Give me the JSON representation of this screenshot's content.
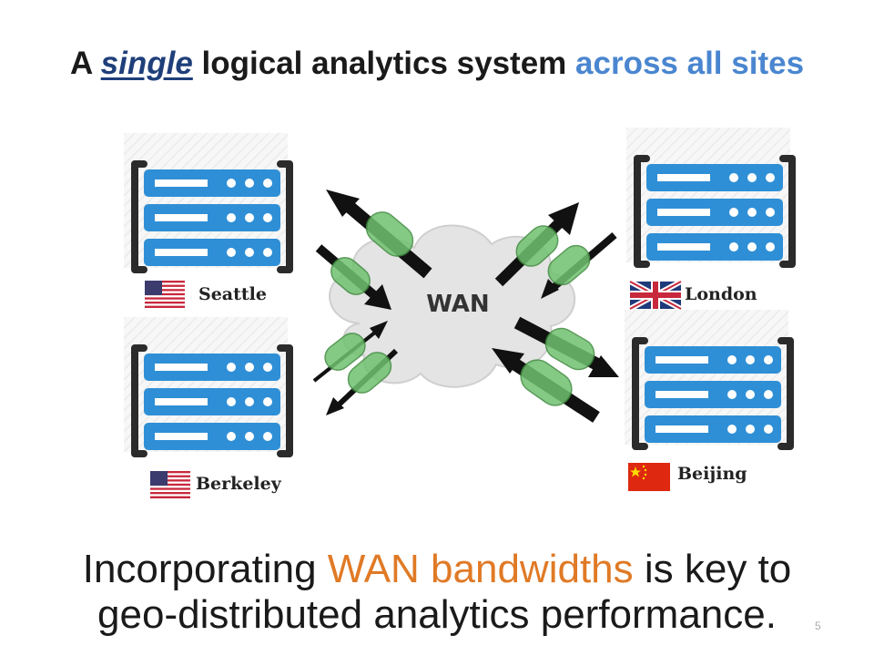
{
  "title": {
    "prefix": "A ",
    "emphasis": "single",
    "middle": " logical analytics system ",
    "highlight": "across all sites"
  },
  "cloud_label": "WAN",
  "sites": [
    {
      "name": "Seattle",
      "flag": "us-flag"
    },
    {
      "name": "Berkeley",
      "flag": "us-flag"
    },
    {
      "name": "London",
      "flag": "uk-flag"
    },
    {
      "name": "Beijing",
      "flag": "china-flag"
    }
  ],
  "footer": {
    "line1_prefix": "Incorporating ",
    "line1_highlight": "WAN bandwidths",
    "line1_suffix": " is key to",
    "line2": "geo-distributed analytics performance."
  },
  "slide_number": "5",
  "colors": {
    "server_blue": "#2f8fd6",
    "pipe_green": "#6fc06f",
    "title_highlight": "#4a86d0",
    "title_emphasis": "#1f3f7a",
    "footer_highlight": "#e07a26"
  }
}
